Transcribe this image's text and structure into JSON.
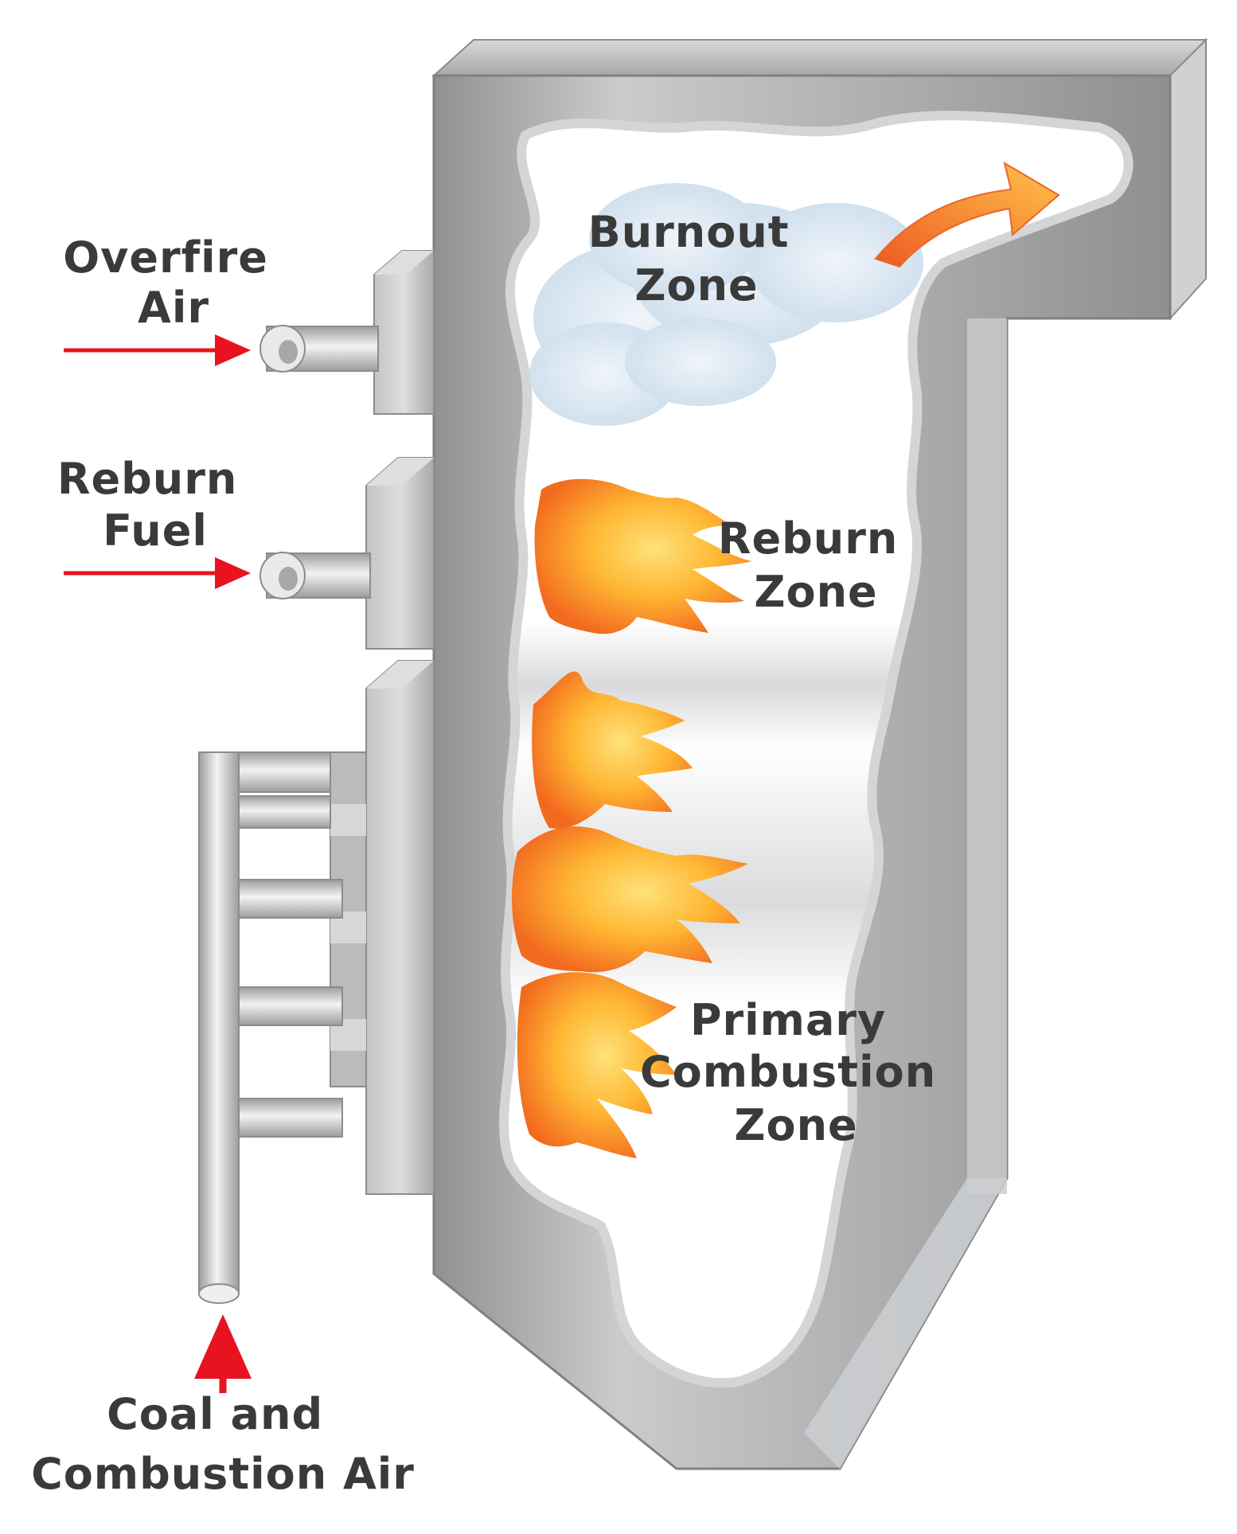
{
  "labels": {
    "overfire_air": [
      "Overfire",
      "Air"
    ],
    "reburn_fuel": [
      "Reburn",
      "Fuel"
    ],
    "coal_air": [
      "Coal and",
      "Combustion Air"
    ],
    "burnout_zone": [
      "Burnout",
      "Zone"
    ],
    "reburn_zone": [
      "Reburn",
      "Zone"
    ],
    "primary_zone": [
      "Primary",
      "Combustion",
      "Zone"
    ]
  },
  "colors": {
    "inflow_arrow": "#e8131f",
    "flame": "#f5931e",
    "flue_gas_arrow": "#f07a22",
    "boiler_wall": "#a9abad",
    "burnout_cloud": "#cfe0ee"
  }
}
